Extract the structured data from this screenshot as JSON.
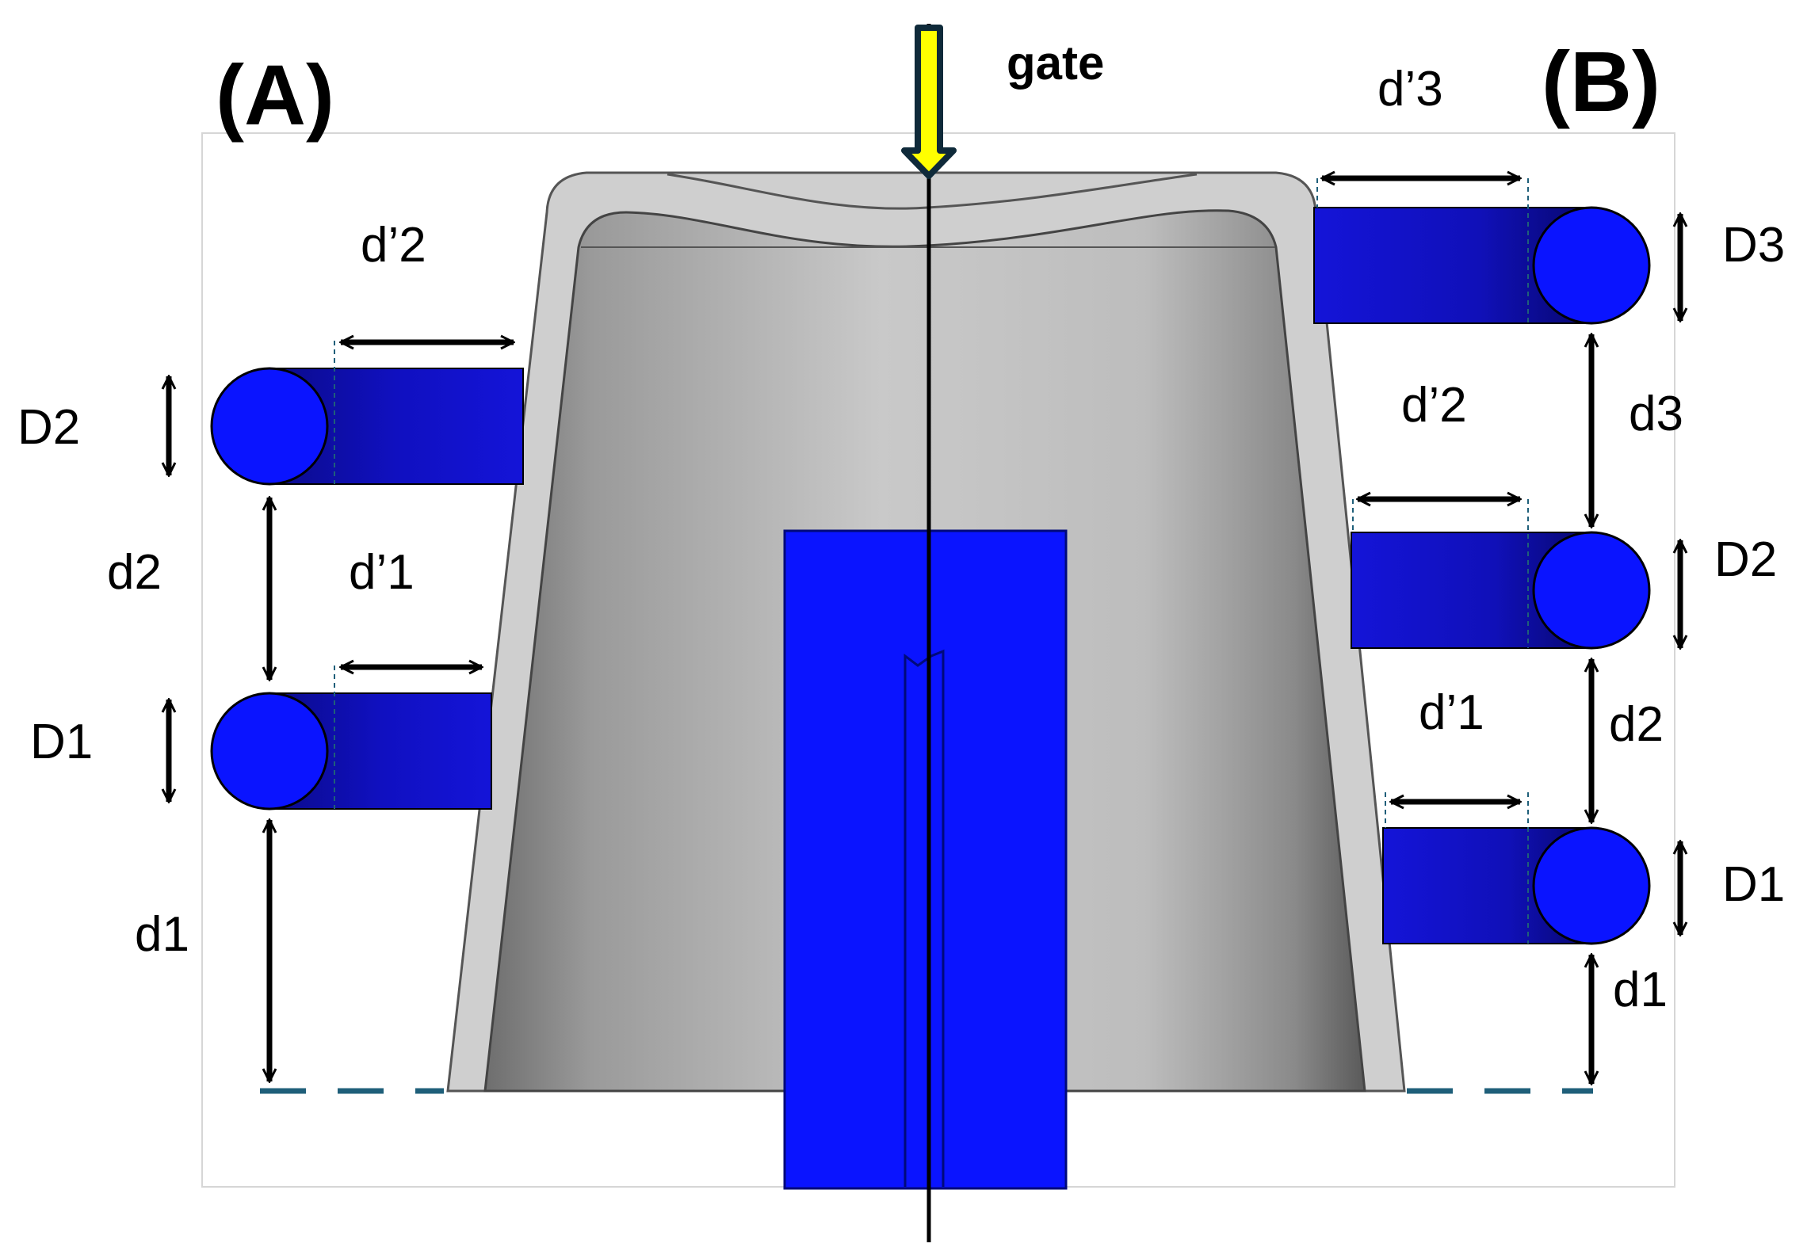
{
  "panels": {
    "a": "(A)",
    "b": "(B)"
  },
  "gate": {
    "label": "gate"
  },
  "left_labels": {
    "d_prime_2": "d’2",
    "D2": "D2",
    "d2": "d2",
    "d_prime_1": "d’1",
    "D1": "D1",
    "d1": "d1"
  },
  "right_labels": {
    "d_prime_3": "d’3",
    "D3": "D3",
    "d_prime_2": "d’2",
    "d3": "d3",
    "D2": "D2",
    "d_prime_1": "d’1",
    "d2": "d2",
    "D1": "D1",
    "d1": "d1"
  },
  "colors": {
    "cooling_channel": "#0a14ff",
    "channel_dark": "#0a0a8c",
    "part_shell": "#cfcfcf",
    "part_body": "#a9a9a9",
    "gate_arrow": "#ffff00",
    "dashed_baseline": "#1f5f7a"
  }
}
